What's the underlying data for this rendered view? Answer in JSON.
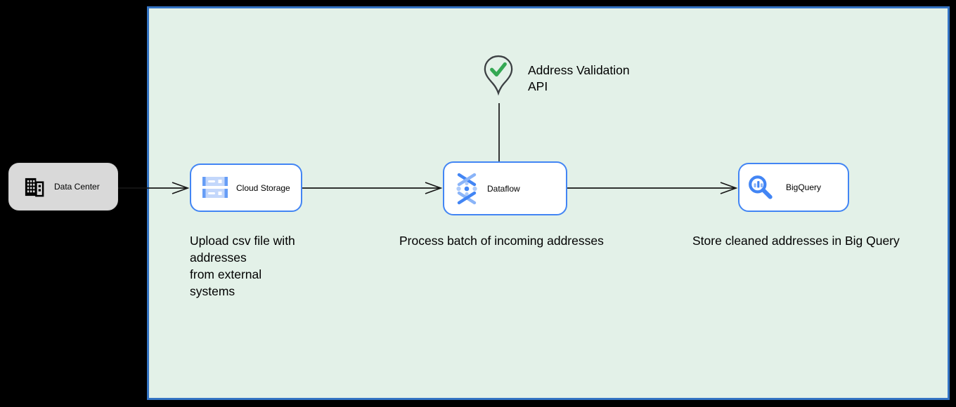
{
  "diagram": {
    "background": "#000000",
    "panel": {
      "fill": "#e3f1e8",
      "border_color": "#3474c4"
    },
    "accent_blue": "#4285f4",
    "nodes": {
      "data_center": {
        "label": "Data Center",
        "fill": "#d9d9d9"
      },
      "cloud_storage": {
        "label": "Cloud Storage",
        "fill": "#ffffff"
      },
      "dataflow": {
        "label": "Dataflow",
        "fill": "#ffffff"
      },
      "bigquery": {
        "label": "BigQuery",
        "fill": "#ffffff"
      }
    },
    "annotations": {
      "address_validation_label": "Address Validation\nAPI",
      "cloud_storage_caption": "Upload csv file with\naddresses\nfrom external\nsystems",
      "dataflow_caption": "Process batch of incoming addresses",
      "bigquery_caption": "Store cleaned addresses in Big Query"
    },
    "icons": {
      "data_center": "building-icon",
      "cloud_storage": "cloud-storage-icon",
      "dataflow": "dataflow-icon",
      "bigquery": "bigquery-icon",
      "address_validation": "map-pin-check-icon"
    },
    "icon_colors": {
      "pin_outline": "#3c4043",
      "check_green": "#34a853",
      "blue_dark": "#4285f4",
      "blue_mid": "#669df6",
      "blue_light": "#aecbfa",
      "edge_black": "#161616"
    }
  }
}
